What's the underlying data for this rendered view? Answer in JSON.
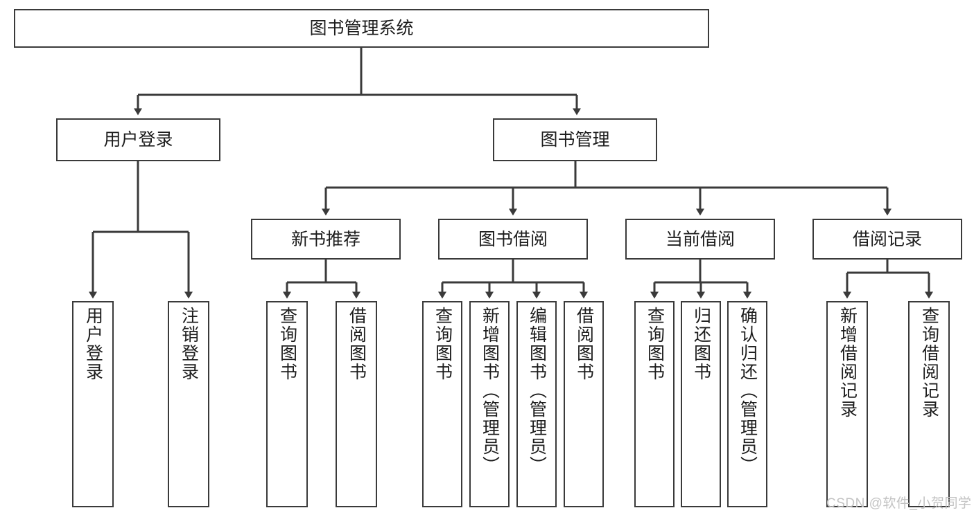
{
  "diagram": {
    "type": "tree-hierarchy-chart",
    "title": "图书管理系统",
    "stroke_color": "#3a3a3a",
    "text_color": "#1d1d1d",
    "background": "#ffffff",
    "root": {
      "label": "图书管理系统"
    },
    "level2": [
      {
        "label": "用户登录"
      },
      {
        "label": "图书管理"
      }
    ],
    "level3": [
      {
        "label": "新书推荐"
      },
      {
        "label": "图书借阅"
      },
      {
        "label": "当前借阅"
      },
      {
        "label": "借阅记录"
      }
    ],
    "leaves": {
      "user_login": [
        {
          "label": "用户登录"
        },
        {
          "label": "注销登录"
        }
      ],
      "new_book_recommend": [
        {
          "label": "查询图书"
        },
        {
          "label": "借阅图书"
        }
      ],
      "book_borrow": [
        {
          "label": "查询图书"
        },
        {
          "label": "新增图书（管理员）"
        },
        {
          "label": "编辑图书（管理员）"
        },
        {
          "label": "借阅图书"
        }
      ],
      "current_borrow": [
        {
          "label": "查询图书"
        },
        {
          "label": "归还图书"
        },
        {
          "label": "确认归还（管理员）"
        }
      ],
      "borrow_record": [
        {
          "label": "新增借阅记录"
        },
        {
          "label": "查询借阅记录"
        }
      ]
    }
  },
  "watermark": {
    "text": "CSDN @软件_小贺同学"
  }
}
